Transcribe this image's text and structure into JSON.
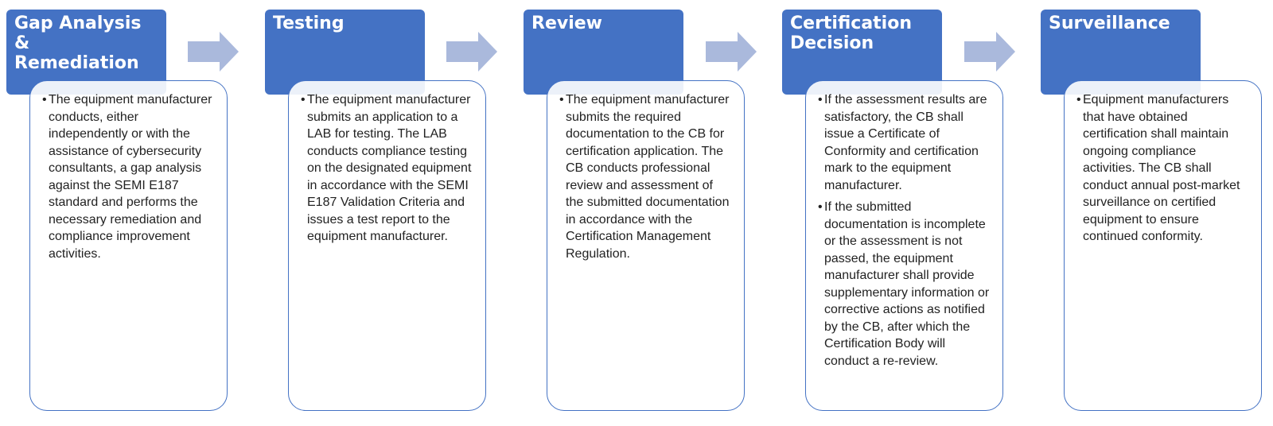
{
  "colors": {
    "header_fill": "#4472c4",
    "header_text": "#ffffff",
    "card_border": "#4472c4",
    "arrow_fill": "#aab9dc",
    "body_text": "#222222"
  },
  "bullet_symbol": "•",
  "steps": [
    {
      "title": "Gap Analysis\n&\nRemediation",
      "bullets": [
        "The equipment manufacturer conducts, either independently or with the assistance of cybersecurity consultants, a gap analysis against the SEMI E187 standard and performs the necessary remediation and compliance improvement activities."
      ]
    },
    {
      "title": "Testing",
      "bullets": [
        "The equipment manufacturer submits an application to a LAB for testing. The LAB conducts compliance testing on the designated equipment in accordance with the SEMI E187 Validation Criteria and issues a test report to the equipment manufacturer."
      ]
    },
    {
      "title": "Review",
      "bullets": [
        "The equipment manufacturer submits the required documentation to the CB for certification application. The CB conducts professional review and assessment of the submitted documentation in accordance with the Certification Management Regulation."
      ]
    },
    {
      "title": "Certification\nDecision",
      "bullets": [
        "If the assessment results are satisfactory, the CB shall issue a Certificate of Conformity and certification mark to the equipment manufacturer.",
        "If the submitted documentation is incomplete or the assessment is not passed, the equipment manufacturer shall provide supplementary information or corrective actions as notified by the CB, after which the Certification Body will conduct a re-review."
      ]
    },
    {
      "title": "Surveillance",
      "bullets": [
        "Equipment manufacturers that have obtained certification shall maintain ongoing compliance activities. The CB shall conduct annual post-market surveillance on certified equipment to ensure continued conformity."
      ]
    }
  ]
}
